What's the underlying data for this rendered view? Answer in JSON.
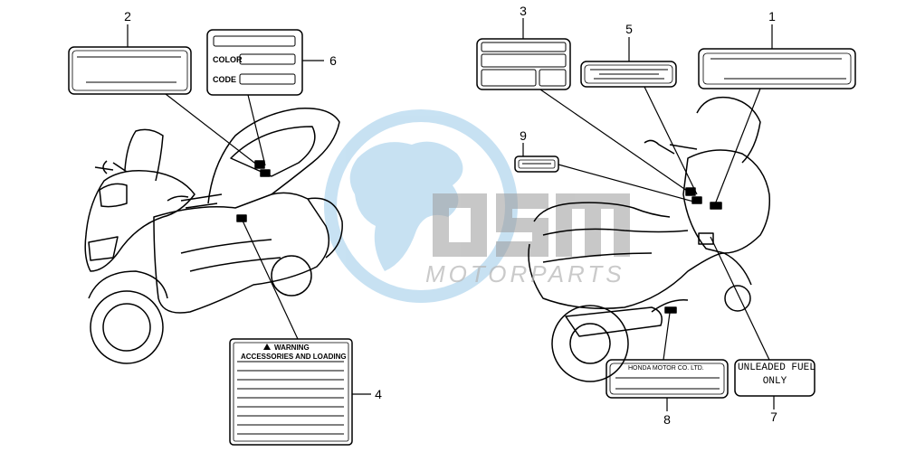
{
  "callouts": [
    "1",
    "2",
    "3",
    "4",
    "5",
    "6",
    "7",
    "8",
    "9"
  ],
  "label_6": {
    "row_color": "COLOR",
    "row_code": "CODE"
  },
  "label_4": {
    "title_line1": "WARNING",
    "title_line2": "ACCESSORIES AND LOADING"
  },
  "label_8": {
    "text": "HONDA MOTOR CO. LTD."
  },
  "label_7": {
    "line1": "UNLEADED FUEL",
    "line2": "ONLY"
  },
  "watermark": {
    "brand": "OSM",
    "subtitle": "MOTORPARTS",
    "color": "#3a97d4"
  },
  "colors": {
    "line": "#000000",
    "watermark_blue": "#3a97d4",
    "watermark_gray": "#9a9a9a"
  }
}
